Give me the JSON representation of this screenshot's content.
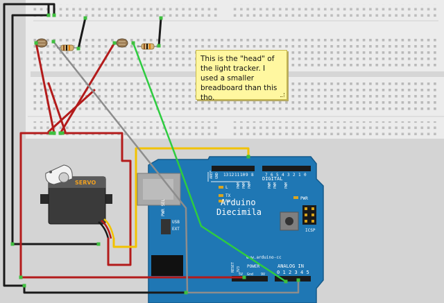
{
  "note": {
    "text": "This is the \"head\" of the light tracker. I used a smaller breadboard than this tho."
  },
  "servo": {
    "label": "SERVO"
  },
  "arduino": {
    "brand": "Arduino",
    "model": "Diecimila",
    "website": "www.arduino-cc",
    "digital_label": "DIGITAL",
    "analog_label": "ANALOG IN",
    "power_label": "POWER",
    "icsp_label": "ICSP",
    "pwr_led_label": "PWR",
    "pwr_sel_label": "PWR SEL",
    "usb_label": "USB",
    "ext_label": "EXT",
    "l_label": "L",
    "tx_label": "TX",
    "rx_label": "RX",
    "aref_label": "AREF",
    "gnd_label": "GND",
    "pwm_label": "PWM",
    "reset_label": "RESET",
    "v3_label": "3V3",
    "v5_label": "5V",
    "gnd2_label": "Gnd",
    "vin_label": "9V",
    "digital_pins": [
      "13",
      "12",
      "11",
      "10",
      "9",
      "8",
      "7",
      "6",
      "5",
      "4",
      "3",
      "2",
      "1",
      "0"
    ],
    "analog_pins": [
      "0",
      "1",
      "2",
      "3",
      "4",
      "5"
    ]
  },
  "colors": {
    "board": "#1f77b4",
    "wire_red": "#b31b1b",
    "wire_black": "#1a1a1a",
    "wire_green": "#2ecc40",
    "wire_gray": "#8d8d8d",
    "wire_yellow": "#f2c200",
    "breadboard": "#ececec",
    "note_bg": "#fff7a0"
  }
}
